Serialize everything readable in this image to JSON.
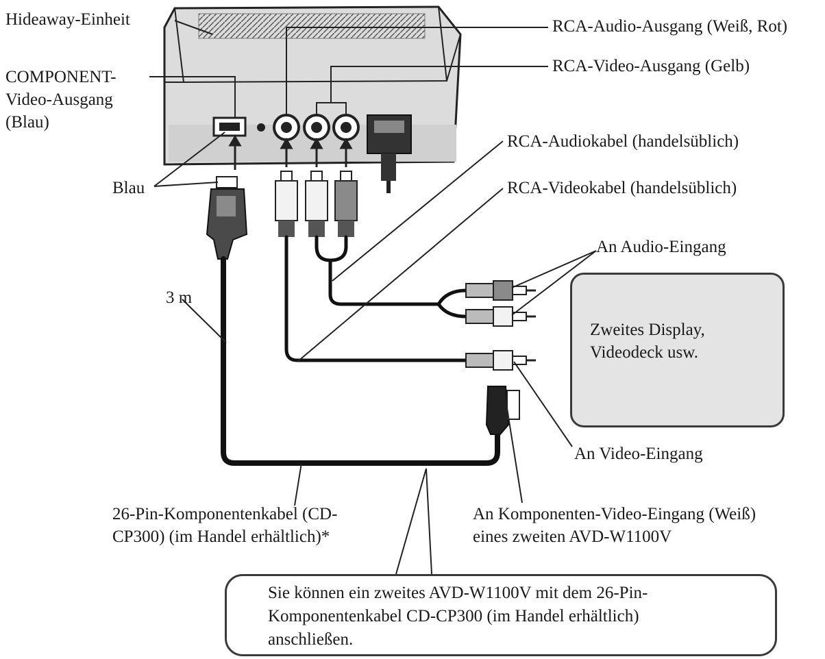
{
  "labels": {
    "hideaway_unit": "Hideaway-Einheit",
    "component_output": [
      "COMPONENT-",
      "Video-Ausgang",
      "(Blau)"
    ],
    "blue": "Blau",
    "rca_audio_output": "RCA-Audio-Ausgang (Weiß, Rot)",
    "rca_video_output": "RCA-Video-Ausgang (Gelb)",
    "rca_audio_cable": "RCA-Audiokabel (handelsüblich)",
    "rca_video_cable": "RCA-Videokabel (handelsüblich)",
    "audio_input": "An Audio-Eingang",
    "video_input": "An Video-Eingang",
    "cable_length": "3 m",
    "cable_26pin": [
      "26-Pin-Komponentenkabel (CD-",
      "CP300) (im Handel erhältlich)*"
    ],
    "component_input": [
      "An Komponenten-Video-Eingang (Weiß)",
      "eines zweiten AVD-W1100V"
    ]
  },
  "display_box": {
    "lines": [
      "Zweites Display,",
      "Videodeck usw."
    ]
  },
  "note": {
    "lines": [
      "Sie können ein zweites AVD-W1100V mit dem 26-Pin-",
      "Komponentenkabel CD-CP300 (im Handel erhältlich)",
      "anschließen."
    ]
  },
  "colors": {
    "unit_fill": "#d9d9d9",
    "box_fill": "#e4e4e4",
    "ink": "#1a1a1a",
    "plug_red": "#8a8a8a",
    "plug_white": "#f2f2f2"
  }
}
